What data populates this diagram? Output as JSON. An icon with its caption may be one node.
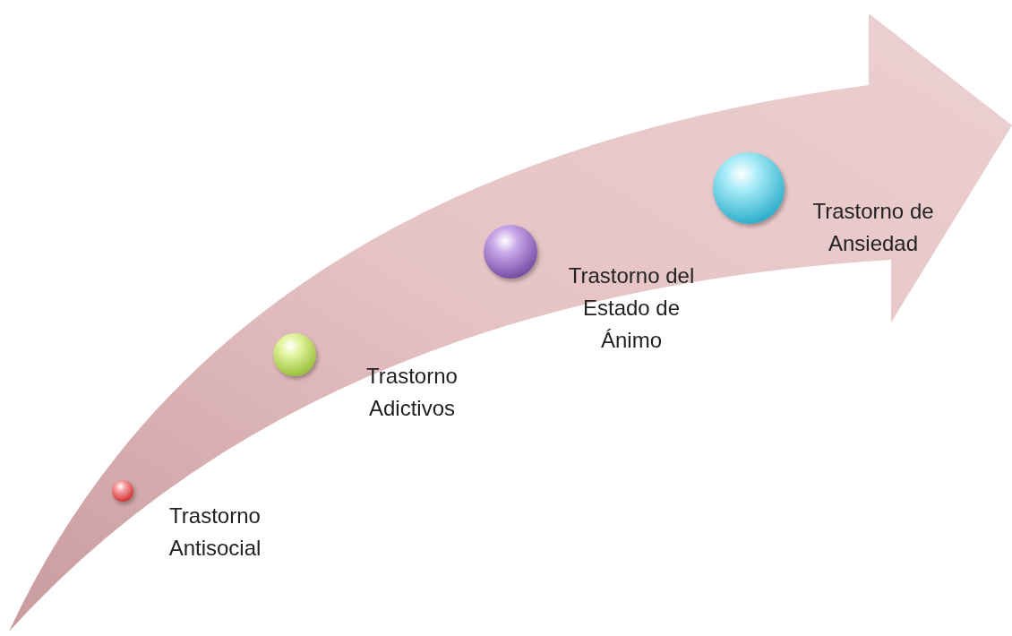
{
  "diagram": {
    "nodes": [
      {
        "text": [],
        "shape": "circle",
        "beside": [
          "Trastorno Antisocial"
        ]
      },
      {
        "text": [],
        "shape": "circle",
        "beside": [
          "Trastorno Adictivos"
        ]
      },
      {
        "text": [],
        "shape": "circle",
        "beside": [
          "Trastorno del Estado de Ánimo"
        ]
      },
      {
        "text": [],
        "shape": "circle",
        "beside": [
          "Trastorno de Ansiedad"
        ]
      }
    ]
  }
}
